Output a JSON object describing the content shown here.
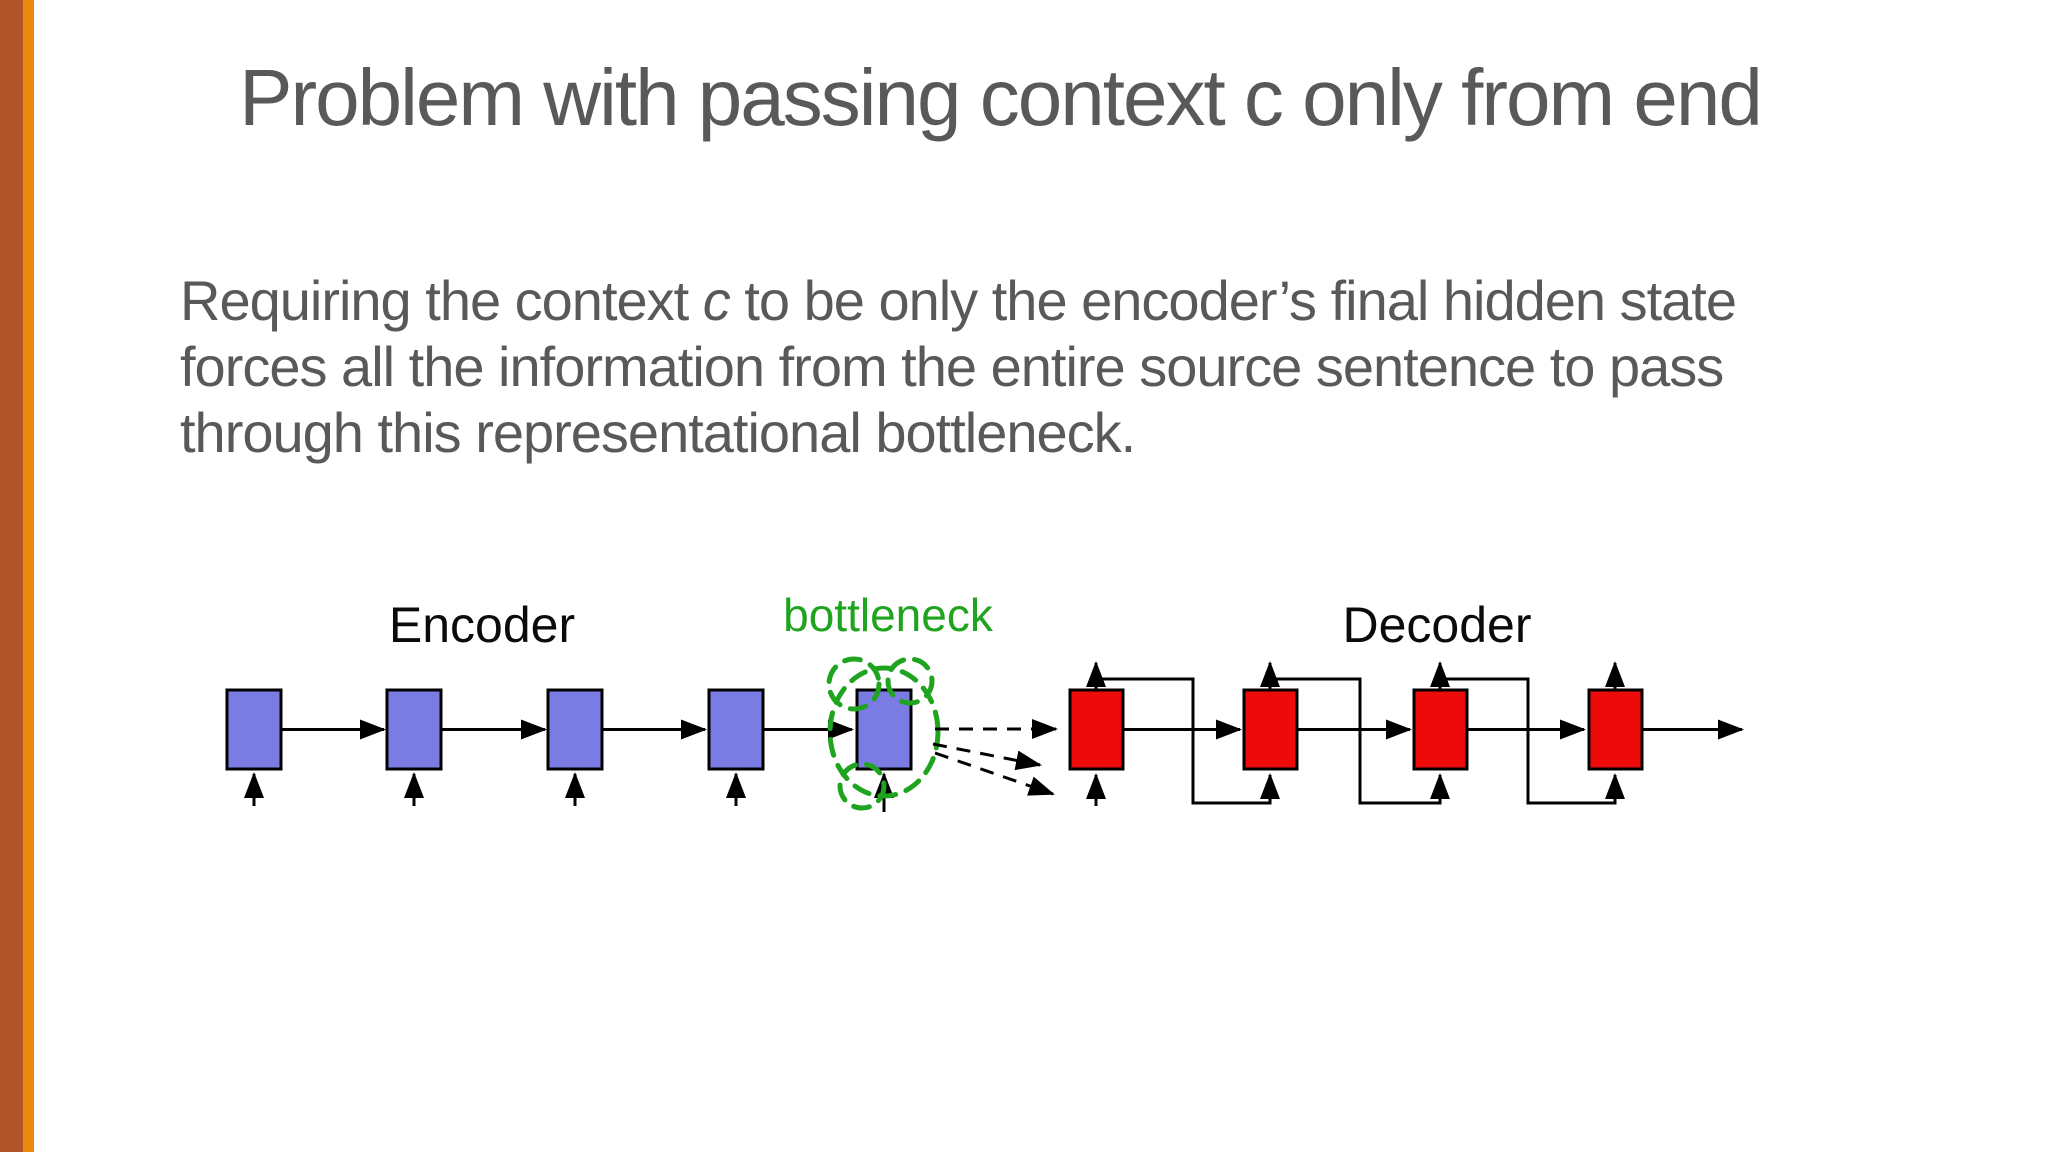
{
  "slide": {
    "title": "Problem with passing context c only from end",
    "body": {
      "line1_pre": "Requiring the context ",
      "line1_italic": "c",
      "line1_post": " to be only the encoder’s final hidden state",
      "line2": "forces all the information from the entire source sentence to pass",
      "line3": "through this representational bottleneck."
    },
    "diagram": {
      "encoder_label": "Encoder",
      "bottleneck_label": "bottleneck",
      "decoder_label": "Decoder",
      "encoder_steps": 5,
      "decoder_steps": 4,
      "bottleneck_dashed_arrows": 3
    },
    "colors": {
      "title_text": "#58595b",
      "body_text": "#595959",
      "label_text": "#0b0b0b",
      "encoder_box_fill": "#7b7be4",
      "decoder_box_fill": "#ee0a0a",
      "bottleneck_green": "#1fa41f",
      "box_stroke": "#000000",
      "sidebar_dark": "#b2552b",
      "sidebar_light": "#eb8a10"
    }
  }
}
